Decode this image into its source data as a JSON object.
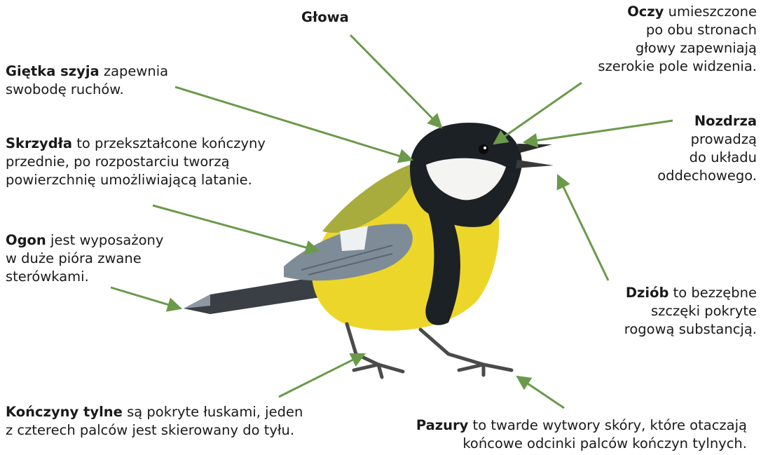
{
  "labels": {
    "head": {
      "bold": "Głowa",
      "text": ""
    },
    "eyes": {
      "bold": "Oczy",
      "text": " umieszczone",
      "lines": [
        "po obu stronach",
        "głowy zapewniają",
        "szerokie pole widzenia."
      ]
    },
    "neck": {
      "bold": "Giętka szyja",
      "text": " zapewnia",
      "lines": [
        "swobodę ruchów."
      ]
    },
    "nostrils": {
      "bold": "Nozdrza",
      "text": "",
      "lines": [
        "prowadzą",
        "do układu",
        "oddechowego."
      ]
    },
    "wings": {
      "bold": "Skrzydła",
      "text": " to przekształcone kończyny",
      "lines": [
        "przednie, po rozpostarciu tworzą",
        "powierzchnię umożliwiającą latanie."
      ]
    },
    "tail": {
      "bold": "Ogon",
      "text": " jest wyposażony",
      "lines": [
        "w duże pióra zwane",
        "sterówkami."
      ]
    },
    "beak": {
      "bold": "Dziób",
      "text": " to bezzębne",
      "lines": [
        "szczęki pokryte",
        "rogową substancją."
      ]
    },
    "legs": {
      "bold": "Kończyny tylne",
      "text": " są pokryte łuskami, jeden",
      "lines": [
        "z czterech palców jest skierowany do tyłu."
      ]
    },
    "claws": {
      "bold": "Pazury",
      "text": " to twarde wytwory skóry, które otaczają",
      "lines": [
        "końcowe odcinki palców kończyn tylnych."
      ]
    }
  },
  "colors": {
    "arrow": "#6a9a4a",
    "bird_black": "#1c2126",
    "bird_yellow": "#ecd62a",
    "bird_olive": "#a7ac3c",
    "bird_grey": "#7e8c98"
  }
}
